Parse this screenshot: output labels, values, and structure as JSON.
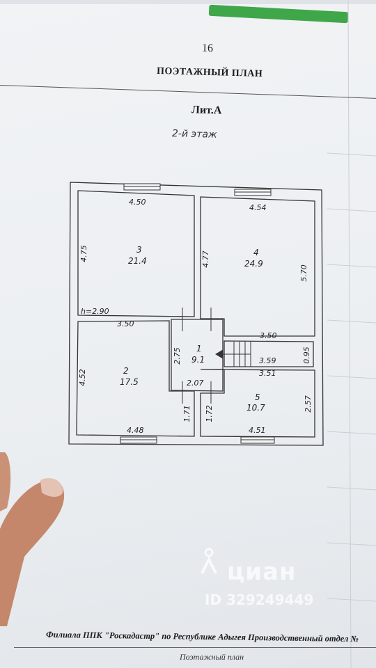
{
  "header": {
    "page_number": "16",
    "title": "ПОЭТАЖНЫЙ ПЛАН",
    "letter": "Лит.А",
    "floor": "2-й этаж"
  },
  "plan": {
    "height_label": "h=2.90",
    "rooms": [
      {
        "number": "1",
        "area": "9.1"
      },
      {
        "number": "2",
        "area": "17.5"
      },
      {
        "number": "3",
        "area": "21.4"
      },
      {
        "number": "4",
        "area": "24.9"
      },
      {
        "number": "5",
        "area": "10.7"
      }
    ],
    "dimensions": {
      "r3_top": "4.50",
      "r3_left": "4.75",
      "r4_top": "4.54",
      "r4_left": "4.77",
      "r4_right": "5.70",
      "r2_top": "3.50",
      "r2_left": "4.52",
      "r2_bottom": "4.48",
      "r1_left": "2.75",
      "r1_bottom": "2.07",
      "corr_right_top": "3.50",
      "stairs_len": "3.59",
      "stairs_width": "0.95",
      "r5_top": "3.51",
      "r5_right": "2.57",
      "r5_bottom": "4.51",
      "lower_left": "1.71",
      "lower_right": "1.72"
    }
  },
  "footer": {
    "org": "Филиала ППК \"Роскадастр\" по Республике Адыгея  Производственный отдел №",
    "label": "Поэтажный план"
  },
  "watermark": {
    "brand": "циан",
    "id": "ID 329249449"
  }
}
